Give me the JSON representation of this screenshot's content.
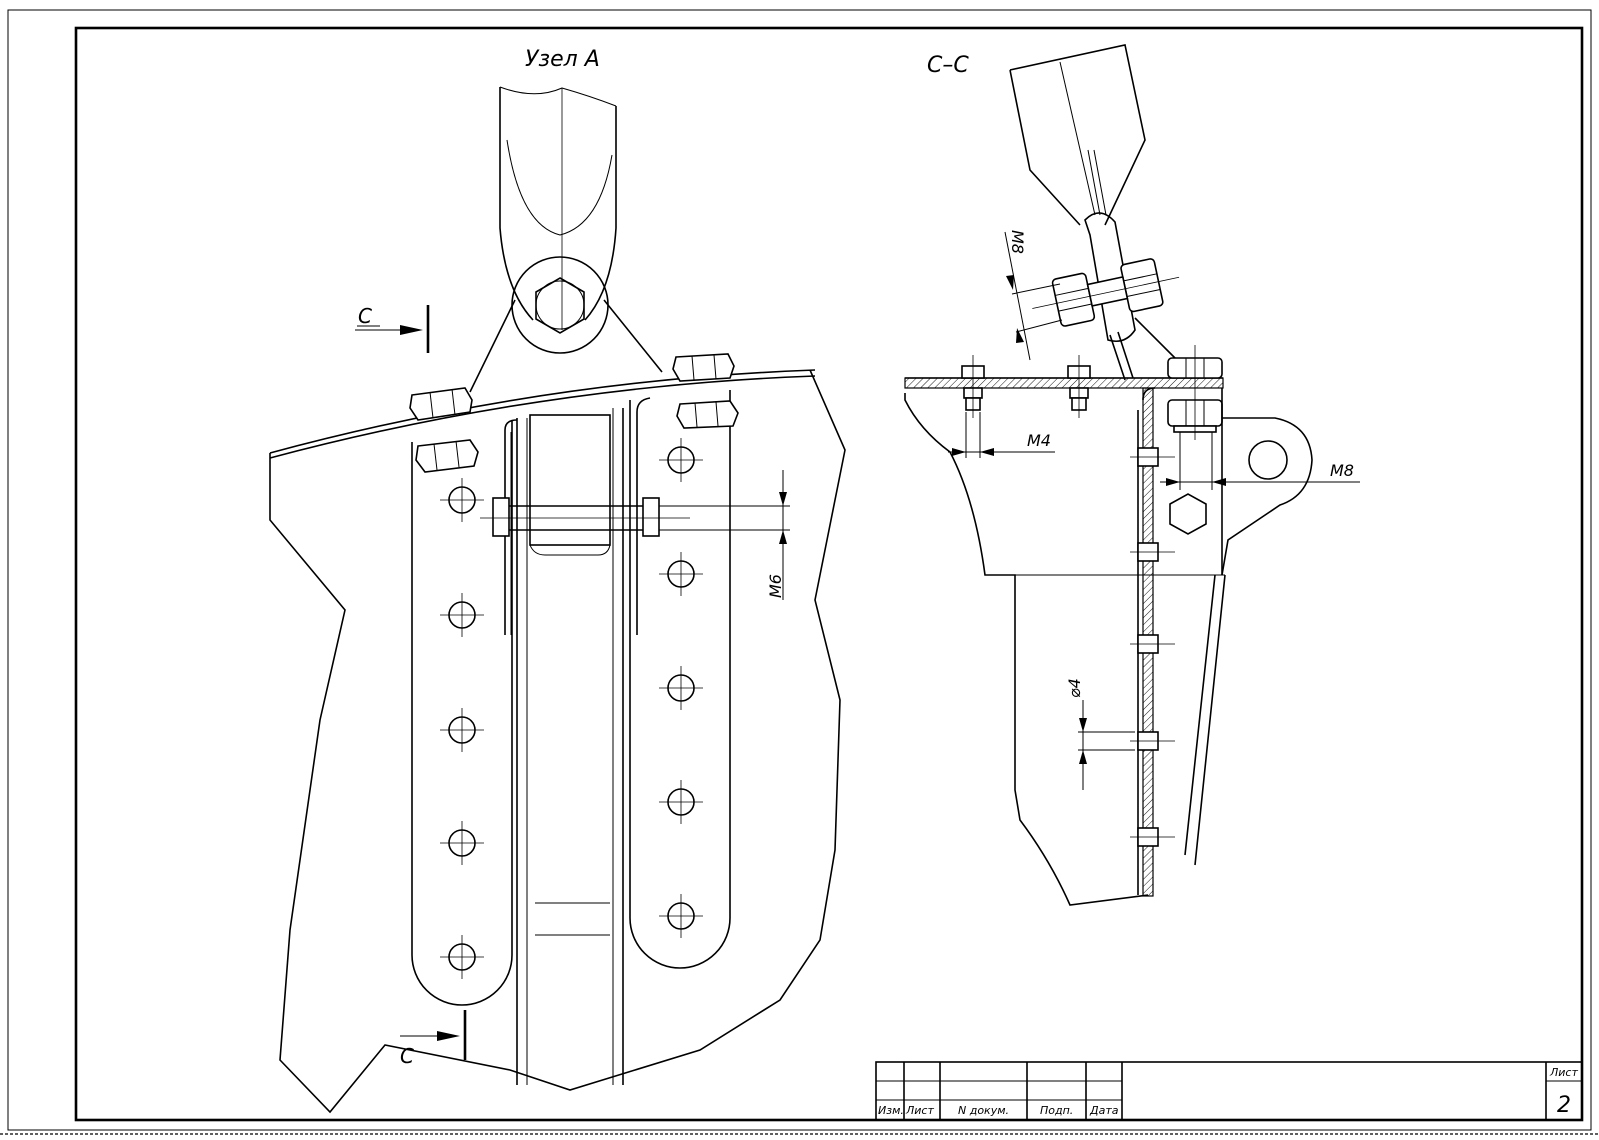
{
  "views": {
    "detail_title": "Узел А",
    "section_title": "С–С",
    "section_mark_top": "С",
    "section_mark_bottom": "С"
  },
  "dimensions": {
    "m6": "М6",
    "m8_bolt": "М8",
    "m4": "М4",
    "m8_eye": "М8",
    "d4": "⌀4"
  },
  "title_block": {
    "col_izm": "Изм.",
    "col_list": "Лист",
    "col_ndokum": "N докум.",
    "col_podp": "Подп.",
    "col_data": "Дата",
    "sheet_label": "Лист",
    "sheet_number": "2"
  }
}
